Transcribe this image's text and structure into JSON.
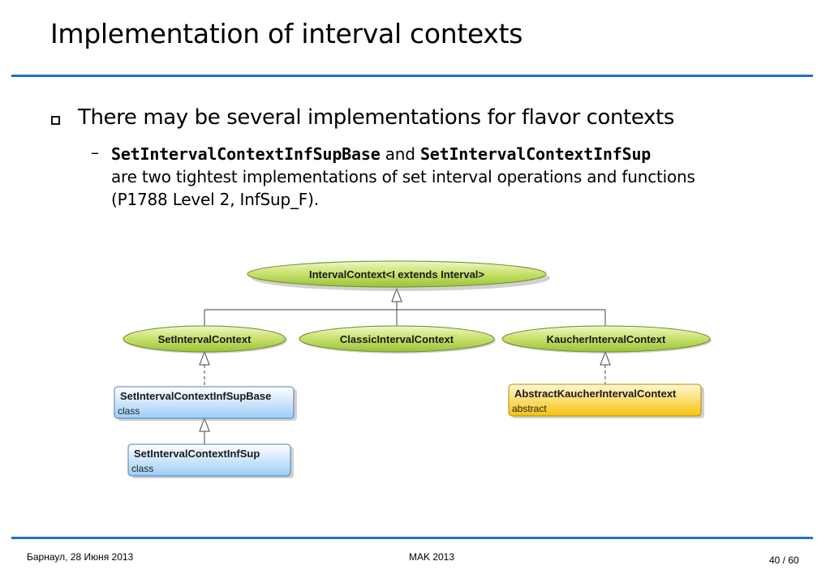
{
  "slide": {
    "title": "Implementation of interval contexts",
    "bullet": "There may be several implementations for flavor contexts",
    "dash": "–",
    "sub": {
      "class1": "SetIntervalContextInfSupBase",
      "and": "and",
      "class2": "SetIntervalContextInfSup",
      "rest_line1": "are two tightest implementations of set interval operations and functions",
      "rest_line2": "(P1788 Level 2, InfSup_F)."
    }
  },
  "diagram": {
    "root": "IntervalContext<I extends Interval>",
    "children": [
      "SetIntervalContext",
      "ClassicIntervalContext",
      "KaucherIntervalContext"
    ],
    "classes": [
      {
        "name": "SetIntervalContextInfSupBase",
        "kind": "class"
      },
      {
        "name": "SetIntervalContextInfSup",
        "kind": "class"
      },
      {
        "name": "AbstractKaucherIntervalContext",
        "kind": "abstract"
      }
    ],
    "colors": {
      "interface": "#c6e06a",
      "class": "#a8d4f8",
      "abstract": "#f8c81c"
    }
  },
  "footer": {
    "left": "Барнаул, 28 Июня 2013",
    "center": "MAK 2013",
    "right": "40 / 60"
  }
}
